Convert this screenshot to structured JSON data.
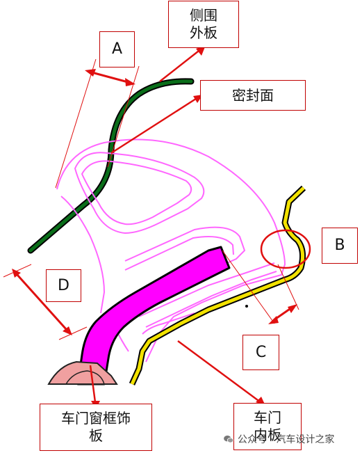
{
  "labels": {
    "side_outer_panel": "侧围\n外板",
    "seal_surface": "密封面",
    "dim_a": "A",
    "dim_b": "B",
    "dim_c": "C",
    "dim_d": "D",
    "door_frame_trim": "车门窗框饰\n板",
    "door_inner_panel": "车门\n内板"
  },
  "watermark": {
    "text": "公众号 · 汽车设计之家",
    "icon": "wechat-icon"
  },
  "colors": {
    "side_outer": "#0a6e1a",
    "seal": "#ff66ff",
    "trim": "#ff00ff",
    "door_inner": "#f2e200",
    "callout": "#e01010",
    "box_border": "#c00000"
  }
}
